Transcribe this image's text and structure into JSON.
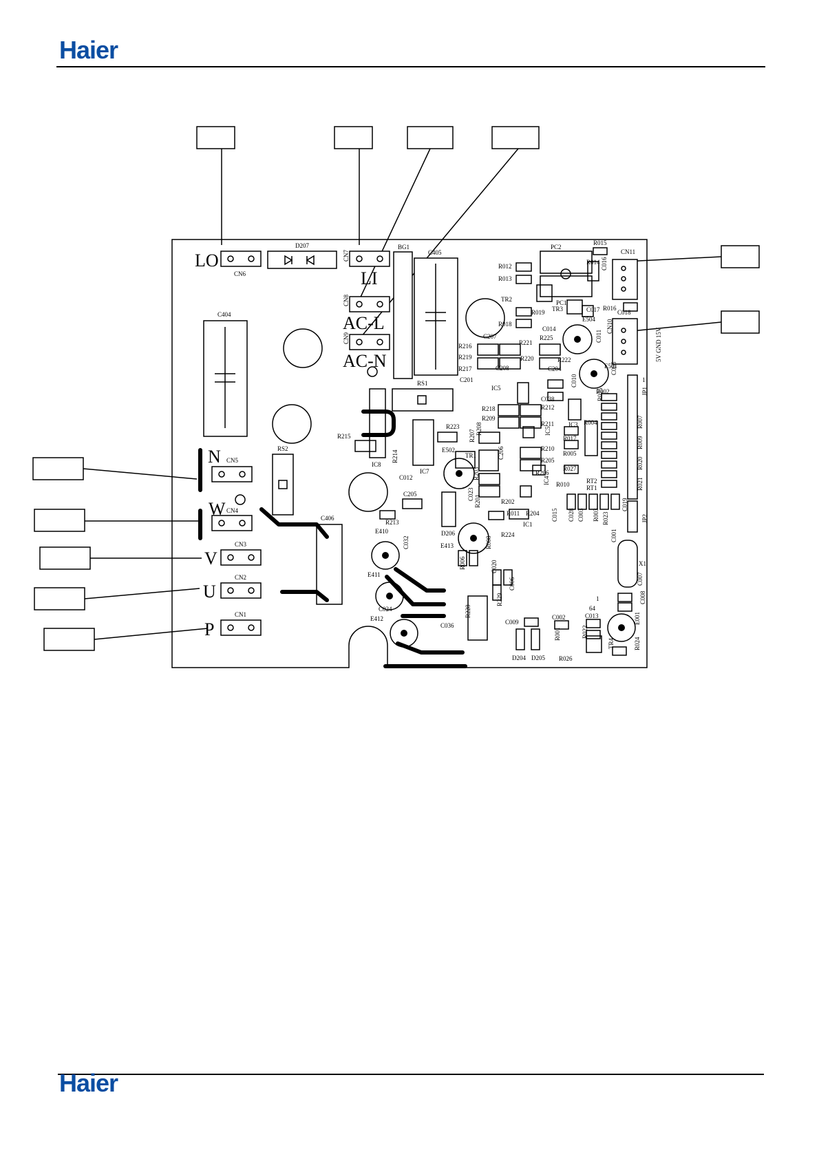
{
  "header": {
    "brand": "Haier"
  },
  "footer": {
    "brand": "Haier"
  },
  "diagram": {
    "connectors": {
      "lo": {
        "label": "LO",
        "ref": "CN6"
      },
      "li": {
        "label": "LI",
        "ref": "CN7"
      },
      "acl": {
        "label": "AC-L",
        "ref": "CN8"
      },
      "acn": {
        "label": "AC-N",
        "ref": "CN9"
      },
      "n": {
        "label": "N",
        "ref": "CN5"
      },
      "w": {
        "label": "W",
        "ref": "CN4"
      },
      "v": {
        "label": "V",
        "ref": "CN3"
      },
      "u": {
        "label": "U",
        "ref": "CN2"
      },
      "p": {
        "label": "P",
        "ref": "CN1"
      },
      "cn11": {
        "ref": "CN11"
      },
      "cn10": {
        "ref": "CN10",
        "pins": "5V GND 15V"
      }
    },
    "components": {
      "d207": "D207",
      "bg1": "BG1",
      "c405": "C405",
      "c404": "C404",
      "pc2": "PC2",
      "pc1": "PC1",
      "r015": "R015",
      "r014": "R014",
      "c016": "C016",
      "r012": "R012",
      "r013": "R013",
      "tr2": "TR2",
      "tr3": "TR3",
      "r019": "R019",
      "c017": "C017",
      "r016": "R016",
      "c018": "C018",
      "r018": "R018",
      "c014": "C014",
      "e504": "E504",
      "r225": "R225",
      "c207": "C207",
      "r221": "R221",
      "r216": "R216",
      "r219": "R219",
      "r220": "R220",
      "r222": "R222",
      "c011": "C011",
      "r217": "R217",
      "c208": "C208",
      "c204": "C204",
      "e501": "E501",
      "c201": "C201",
      "ic5a": "IC5",
      "c010": "C010",
      "c005": "C005",
      "r002": "R002",
      "jp1": "JP1",
      "rs1": "RS1",
      "c038": "C038",
      "r025": "R025",
      "r218": "R218",
      "r212": "R212",
      "r209": "R209",
      "r211": "R211",
      "r215": "R215",
      "r223": "R223",
      "ic3": "IC3",
      "r004": "R004",
      "r207": "R207",
      "r208": "R208",
      "ic5b": "IC5",
      "ic8": "IC8",
      "e502": "E502",
      "rs2": "RS2",
      "r214": "R214",
      "r017": "R017",
      "r210": "R210",
      "r005": "R005",
      "tr1": "TR1",
      "c206": "C206",
      "ic7": "IC7",
      "c012": "C012",
      "r205": "R205",
      "r027": "R027",
      "r206": "R206",
      "r203": "R203",
      "r010": "R010",
      "ic4": "IC4",
      "rt2": "RT2",
      "rt1": "RT1",
      "c205": "C205",
      "c023": "C023",
      "r201": "R201",
      "r202": "R202",
      "c015": "C015",
      "c028": "C028",
      "c003": "C003",
      "r003": "R003",
      "r023": "R023",
      "c019": "C019",
      "jp2": "JP2",
      "r011": "R011",
      "r204": "R204",
      "c406": "C406",
      "r213": "R213",
      "d206": "D206",
      "ic1": "IC1",
      "r224": "R224",
      "c001": "C001",
      "e410": "E410",
      "e413": "E413",
      "c032": "C032",
      "r006": "R006",
      "r008": "R008",
      "c020": "C020",
      "x1": "X1",
      "e411": "E411",
      "c024": "C024",
      "c006": "C006",
      "c007": "C007",
      "r228": "R228",
      "r229": "R229",
      "c008": "C008",
      "e412": "E412",
      "c036": "C036",
      "c009": "C009",
      "c002": "C002",
      "c013": "C013",
      "r001": "R001",
      "r022": "R022",
      "d204": "D204",
      "d205": "D205",
      "r026": "R026",
      "tr4": "TR4",
      "r024": "R024",
      "e001": "E001",
      "m1": "1",
      "m64": "64",
      "m1b": "1",
      "mr021": "R021",
      "mr020": "R020",
      "mr009": "R009",
      "mr007": "R007"
    }
  }
}
